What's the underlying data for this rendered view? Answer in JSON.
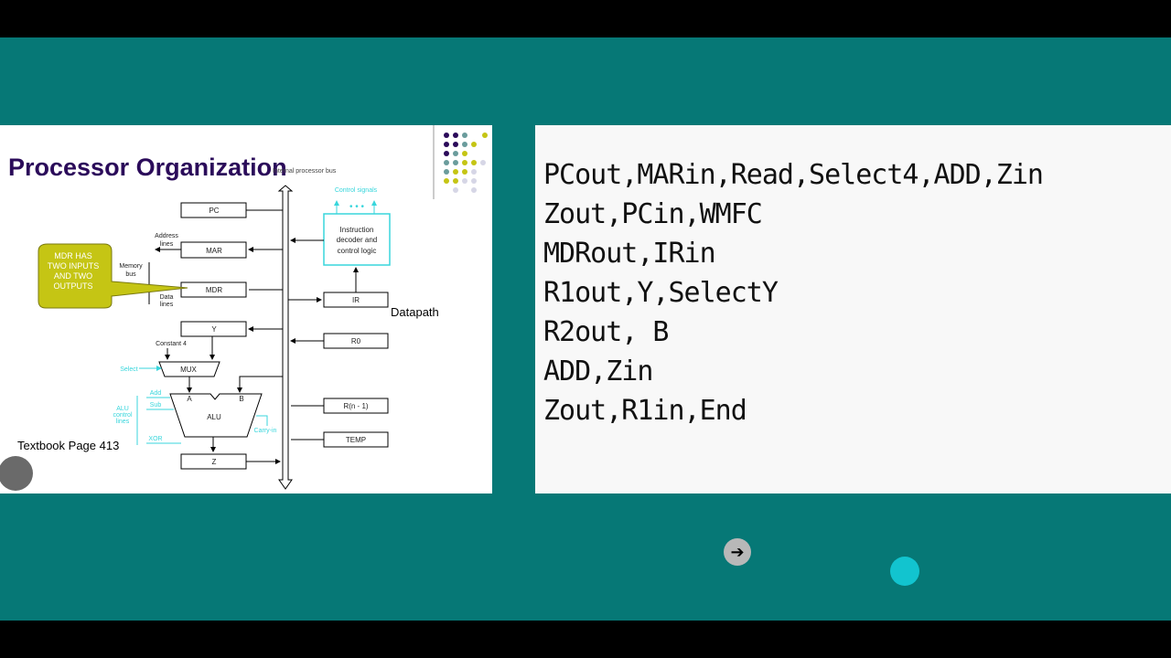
{
  "slide": {
    "title": "Processor Organization",
    "bus_label": "Internal processor bus",
    "registers": {
      "pc": "PC",
      "mar": "MAR",
      "mdr": "MDR",
      "y": "Y",
      "z": "Z",
      "ir": "IR",
      "r0": "R0",
      "rn1": "R(n - 1)",
      "temp": "TEMP"
    },
    "address_lines": [
      "Address",
      "lines"
    ],
    "memory_bus": [
      "Memory",
      "bus"
    ],
    "data_lines": [
      "Data",
      "lines"
    ],
    "control_signals": "Control signals",
    "decoder": [
      "Instruction",
      "decoder and",
      "control logic"
    ],
    "constant4": "Constant 4",
    "select": "Select",
    "mux": "MUX",
    "alu": "ALU",
    "alu_a": "A",
    "alu_b": "B",
    "alu_ops": {
      "add": "Add",
      "sub": "Sub",
      "xor": "XOR"
    },
    "alu_control": [
      "ALU",
      "control",
      "lines"
    ],
    "carry_in": "Carry-in",
    "datapath": "Datapath",
    "callout": [
      "MDR HAS",
      "TWO INPUTS",
      "AND TWO",
      "OUTPUTS"
    ],
    "textbook": "Textbook Page 413",
    "colors": {
      "title": "#2b0b5a",
      "cyan": "#38d6dc",
      "callout": "#c5c514",
      "teal_bg": "#067876"
    }
  },
  "code_lines": [
    "PCout,MARin,Read,Select4,ADD,Zin",
    "Zout,PCin,WMFC",
    "MDRout,IRin",
    "R1out,Y,SelectY",
    "R2out, B",
    "ADD,Zin",
    "Zout,R1in,End"
  ],
  "icons": {
    "lens": "google-lens-icon",
    "next": "arrow-right-icon"
  }
}
